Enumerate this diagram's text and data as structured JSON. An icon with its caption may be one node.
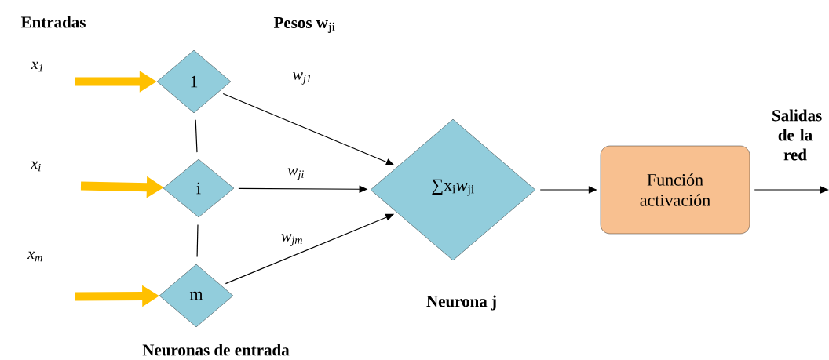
{
  "diagram": {
    "nodes": [
      {
        "text": [
          "1"
        ]
      },
      {
        "text": [
          "i"
        ]
      },
      {
        "text": [
          "m"
        ]
      },
      {
        "text": [
          "∑x$_{i}$*w*$_{ji}$"
        ],
        "beside": [
          "Neurona j"
        ]
      },
      {
        "text": [
          "Función activación"
        ]
      }
    ],
    "edges": [
      {
        "from": null,
        "to": 0,
        "arrow": "to",
        "style": "thick",
        "color": "#ffc000",
        "label": "x$_{1}$"
      },
      {
        "from": null,
        "to": 1,
        "arrow": "to",
        "style": "thick",
        "color": "#ffc000",
        "label": "x$_{i}$"
      },
      {
        "from": null,
        "to": 2,
        "arrow": "to",
        "style": "thick",
        "color": "#ffc000",
        "label": "x$_{m}$"
      },
      {
        "from": 0,
        "to": 1,
        "arrow": "none"
      },
      {
        "from": 1,
        "to": 2,
        "arrow": "none"
      },
      {
        "from": 0,
        "to": 3,
        "arrow": "to",
        "label": "w$_{j1}$"
      },
      {
        "from": 1,
        "to": 3,
        "arrow": "to",
        "label": "w$_{ji}$"
      },
      {
        "from": 2,
        "to": 3,
        "arrow": "to",
        "label": "w$_{jm}$"
      },
      {
        "from": 3,
        "to": 4,
        "arrow": "to"
      },
      {
        "from": 4,
        "to": null,
        "arrow": "to",
        "label": "Salidas de la red"
      }
    ],
    "labels": [
      "Entradas",
      "Pesos w$_{ji}$",
      "Neuronas de entrada"
    ]
  }
}
